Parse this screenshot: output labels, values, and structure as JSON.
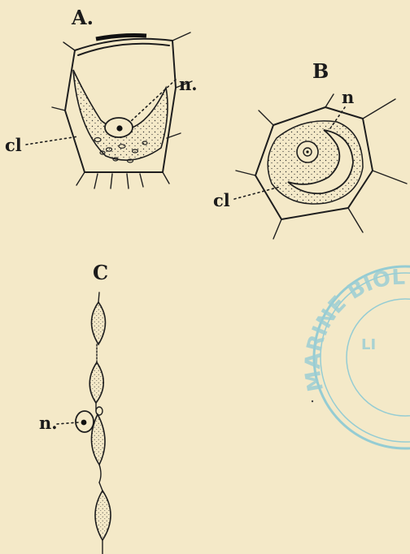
{
  "figures": {
    "A": {
      "letter": "A.",
      "labels": {
        "nucleus": "n.",
        "chloroplast": "cl"
      }
    },
    "B": {
      "letter": "B",
      "labels": {
        "nucleus": "n",
        "chloroplast": "cl"
      }
    },
    "C": {
      "letter": "C",
      "labels": {
        "nucleus": "n."
      }
    }
  },
  "stamp": {
    "color": "#7ec6d6",
    "arc_text": "MARINE BIOLOG",
    "inner_text": "LI"
  }
}
